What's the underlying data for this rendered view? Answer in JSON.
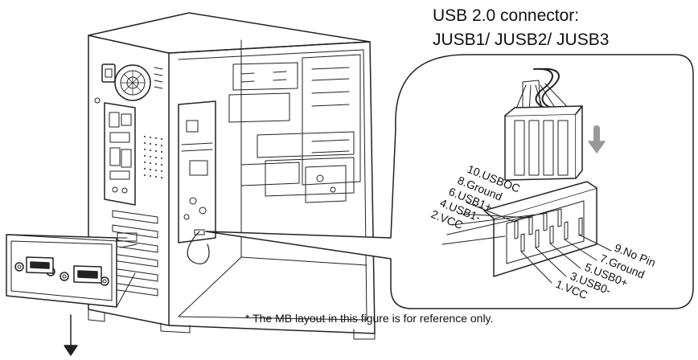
{
  "heading": {
    "line1": "USB 2.0 connector:",
    "line2": "JUSB1/ JUSB2/ JUSB3"
  },
  "pins_left": [
    "10.USBOC",
    "8.Ground",
    "6.USB1+",
    "4.USB1-",
    "2.VCC"
  ],
  "pins_right": [
    "9.No Pin",
    "7.Ground",
    "5.USB0+",
    "3.USB0-",
    "1.VCC"
  ],
  "footnote": "* The MB layout in this figure is for reference only."
}
